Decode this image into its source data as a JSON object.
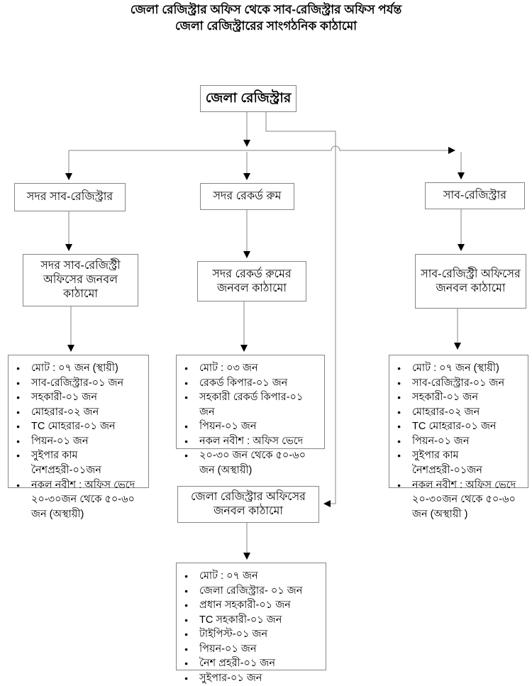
{
  "title": {
    "line1": "জেলা রেজিস্ট্রার অফিস থেকে সাব-রেজিস্ট্রার অফিস পর্যন্ত",
    "line2": "জেলা রেজিস্ট্রারের সাংগঠনিক কাঠামো"
  },
  "colors": {
    "line": "#858585",
    "arrow": "#000000",
    "box_border": "#858585",
    "background": "#ffffff",
    "text": "#000000"
  },
  "org": {
    "root": "জেলা রেজিস্ট্রার",
    "left_branch": {
      "head": "সদর সাব-রেজিস্ট্রার",
      "unit": "সদর সাব-রেজিস্ট্রী অফিসের জনবল কাঠামো",
      "staff": [
        "মোট : ০৭ জন (স্থায়ী)",
        "সাব-রেজিস্ট্রার-০১ জন",
        "সহকারী-০১ জন",
        "মোহরার-০২ জন",
        "TC মোহরার-০১ জন",
        "পিয়ন-০১ জন",
        "সুইপার কাম নৈশপ্রহরী-০১জন",
        "নকল নবীশ : অফিস ভেদে ২০-৩০জন থেকে ৫০-৬০ জন (অস্থায়ী)"
      ]
    },
    "middle_branch": {
      "head": "সদর রেকর্ড রুম",
      "unit": "সদর রেকর্ড রুমের জনবল কাঠামো",
      "staff": [
        "মোট : ০৩ জন",
        "রেকর্ড কিপার-০১ জন",
        "সহকারী রেকর্ড কিপার-০১ জন",
        "পিয়ন-০১ জন",
        "নকল নবীশ : অফিস ভেদে",
        "২০-৩০ জন থেকে ৫০-৬০ জন (অস্থায়ী)"
      ]
    },
    "right_branch": {
      "head": "সাব-রেজিস্ট্রার",
      "unit": "সাব-রেজিস্ট্রী অফিসের জনবল কাঠামো",
      "staff": [
        "মোট : ০৭ জন (স্থায়ী)",
        "সাব-রেজিস্ট্রার-০১ জন",
        "সহকারী-০১ জন",
        "মোহরার-০২ জন",
        "TC মোহরার-০১ জন",
        "পিয়ন-০১ জন",
        "সুইপার কাম নৈশপ্রহরী-০১জন",
        "নকল নবীশ : অফিস ভেদে ২০-৩০জন থেকে ৫০-৬০ জন (অস্থায়ী )"
      ]
    },
    "district_office": {
      "unit": "জেলা রেজিস্ট্রার অফিসের জনবল কাঠামো",
      "staff": [
        "মোট : ০৭ জন",
        "জেলা রেজিস্ট্রার- ০১ জন",
        "প্রধান সহকারী-০১ জন",
        "TC সহকারী-০১ জন",
        "টাইপিস্ট-০১ জন",
        "পিয়ন-০১ জন",
        "নৈশ প্রহরী-০১ জন",
        "সুইপার-০১ জন"
      ]
    }
  }
}
